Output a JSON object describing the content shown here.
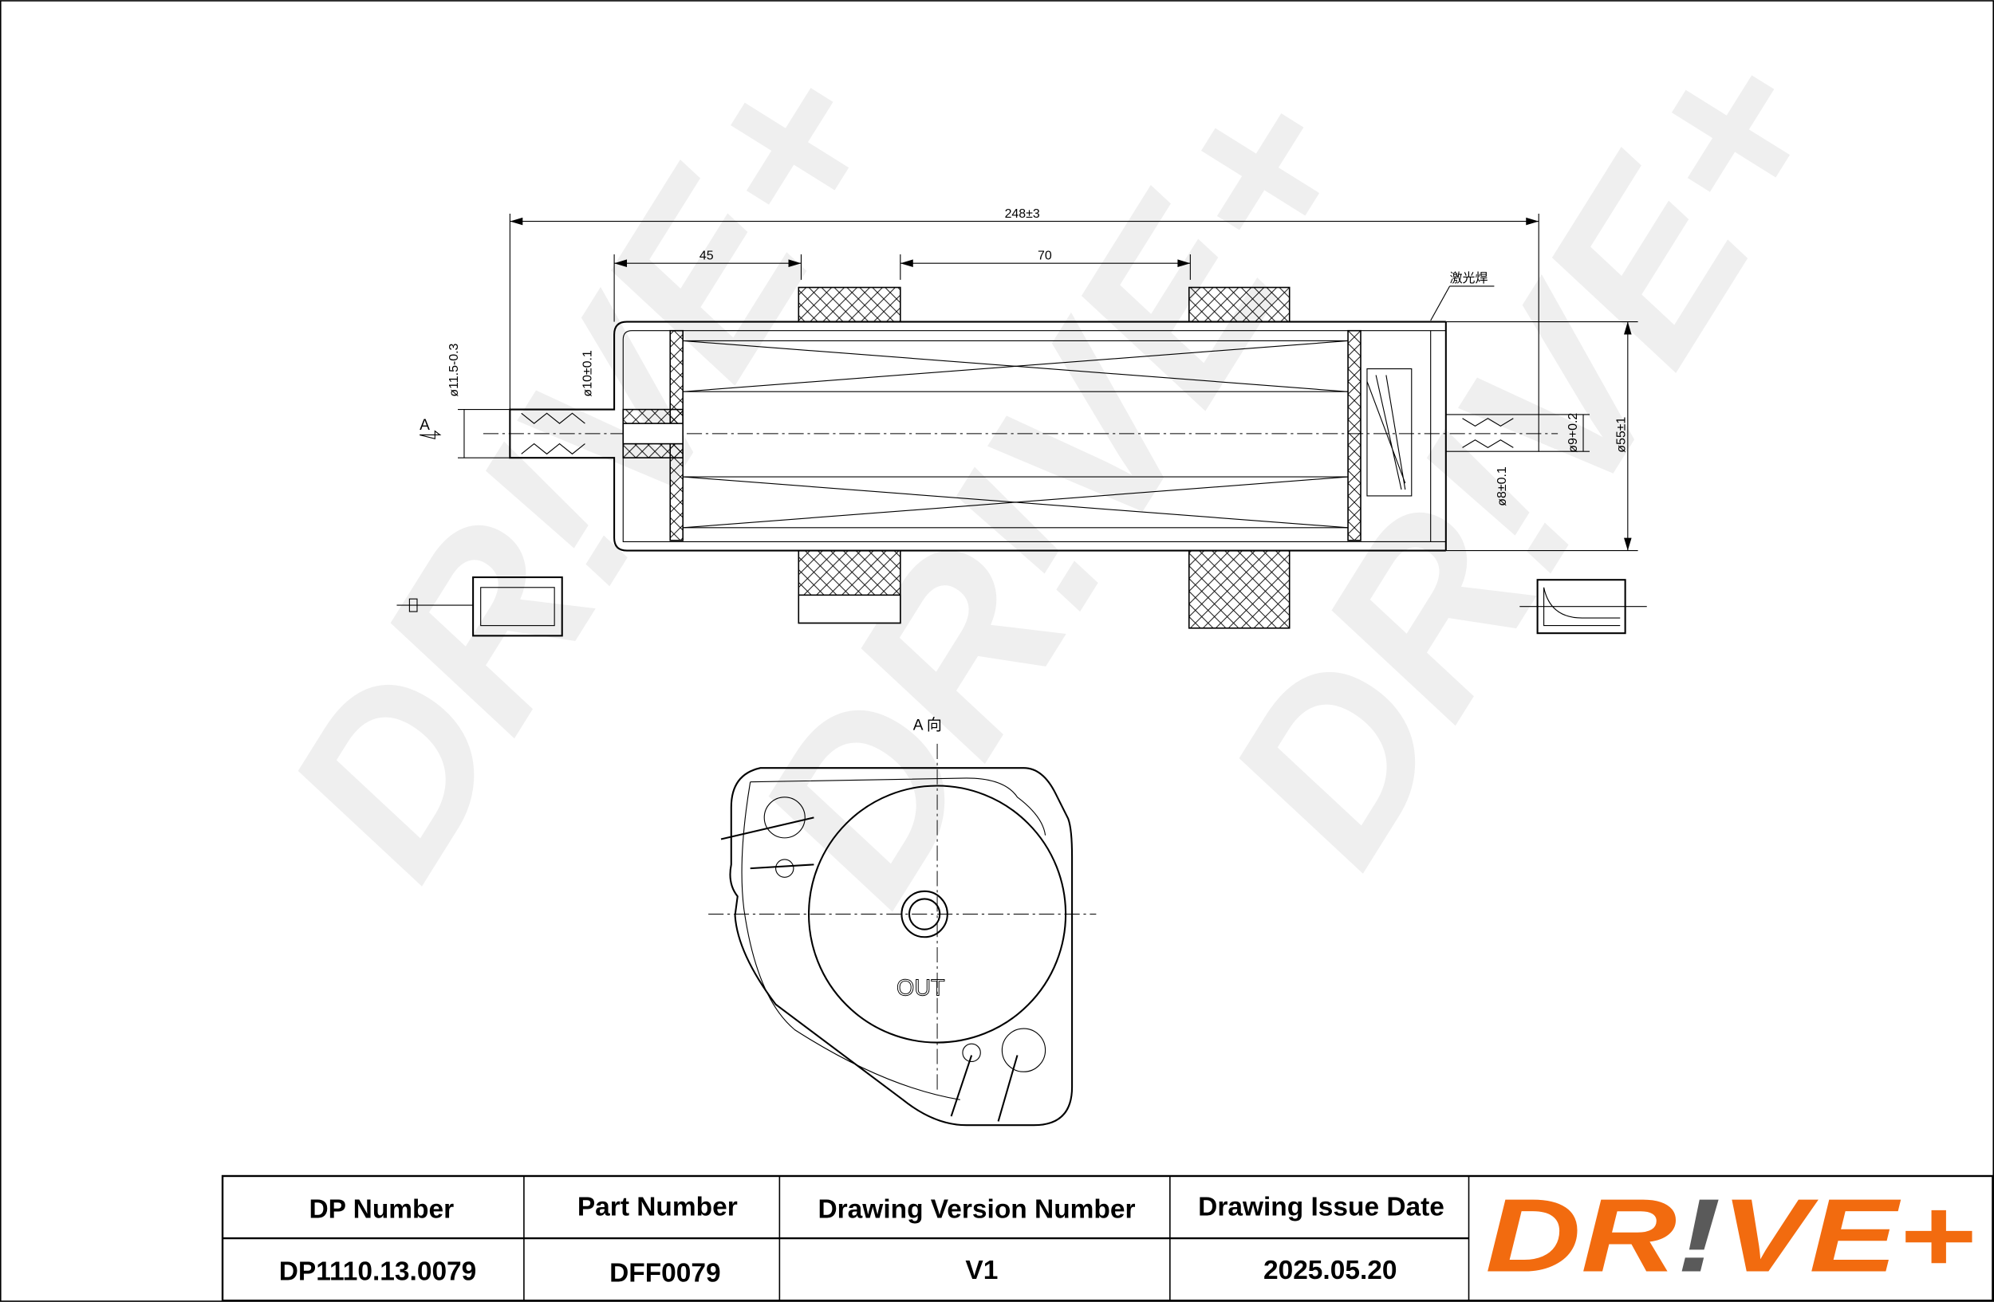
{
  "drawing": {
    "dimensions": {
      "overall_length": "248±3",
      "offset_left": "45",
      "bracket_spacing": "70",
      "weld_note": "激光焊",
      "inlet_diameter": "ø11.5-0.3",
      "inner_diameter_left": "ø10±0.1",
      "outlet_diameter": "ø9+0.2",
      "inner_diameter_right": "ø8±0.1",
      "body_diameter": "ø55±1"
    },
    "view_marker": "A",
    "view_title": "A 向",
    "outlet_label": "OUT",
    "watermark": "DR!VE+"
  },
  "title_block": {
    "headers": [
      "DP Number",
      "Part Number",
      "Drawing Version Number",
      "Drawing Issue Date"
    ],
    "values": [
      "DP1110.13.0079",
      "DFF0079",
      "V1",
      "2025.05.20"
    ],
    "logo": "DR!VE+",
    "logo_color": "#f26b0f",
    "logo_accent": "#5a5a5a"
  }
}
